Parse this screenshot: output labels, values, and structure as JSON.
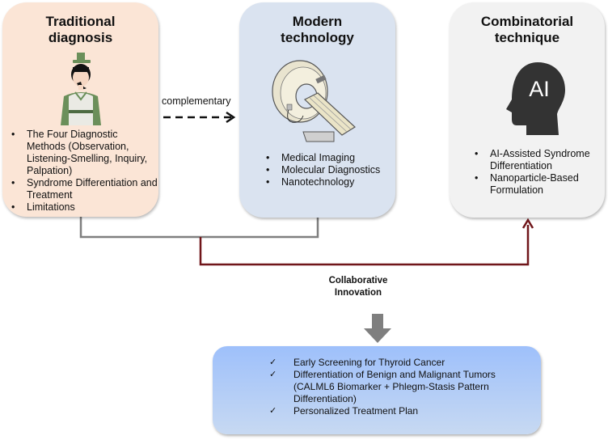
{
  "traditional": {
    "title": "Traditional diagnosis",
    "illustration": "traditional-doctor-figure",
    "items": [
      "The Four Diagnostic Methods (Observation, Listening-Smelling, Inquiry, Palpation)",
      "Syndrome Differentiation and Treatment",
      "Limitations"
    ],
    "color": "#fbe5d6"
  },
  "complementary": {
    "label": "complementary"
  },
  "modern": {
    "title": "Modern technology",
    "illustration": "ct-scanner",
    "items": [
      "Medical Imaging",
      "Molecular Diagnostics",
      "Nanotechnology"
    ],
    "color": "#dae3f0"
  },
  "combinatorial": {
    "title": "Combinatorial technique",
    "illustration": "ai-head-icon",
    "icon_text": "AI",
    "items": [
      "AI-Assisted Syndrome Differentiation",
      "Nanoparticle-Based Formulation"
    ],
    "color": "#f2f2f2"
  },
  "connectors": {
    "merge_color": "#7f7f7f",
    "innovation_color": "#70161a"
  },
  "collaborative": {
    "label_line1": "Collaborative",
    "label_line2": "Innovation"
  },
  "outcome": {
    "check_glyph": "✓",
    "items": [
      "Early Screening for Thyroid Cancer",
      "Differentiation of Benign and Malignant Tumors (CALML6 Biomarker + Phlegm-Stasis Pattern Differentiation)",
      "Personalized Treatment Plan"
    ],
    "gradient_top": "#9ec0fb",
    "gradient_bottom": "#c7d9f2"
  },
  "bullet_glyph": "•"
}
